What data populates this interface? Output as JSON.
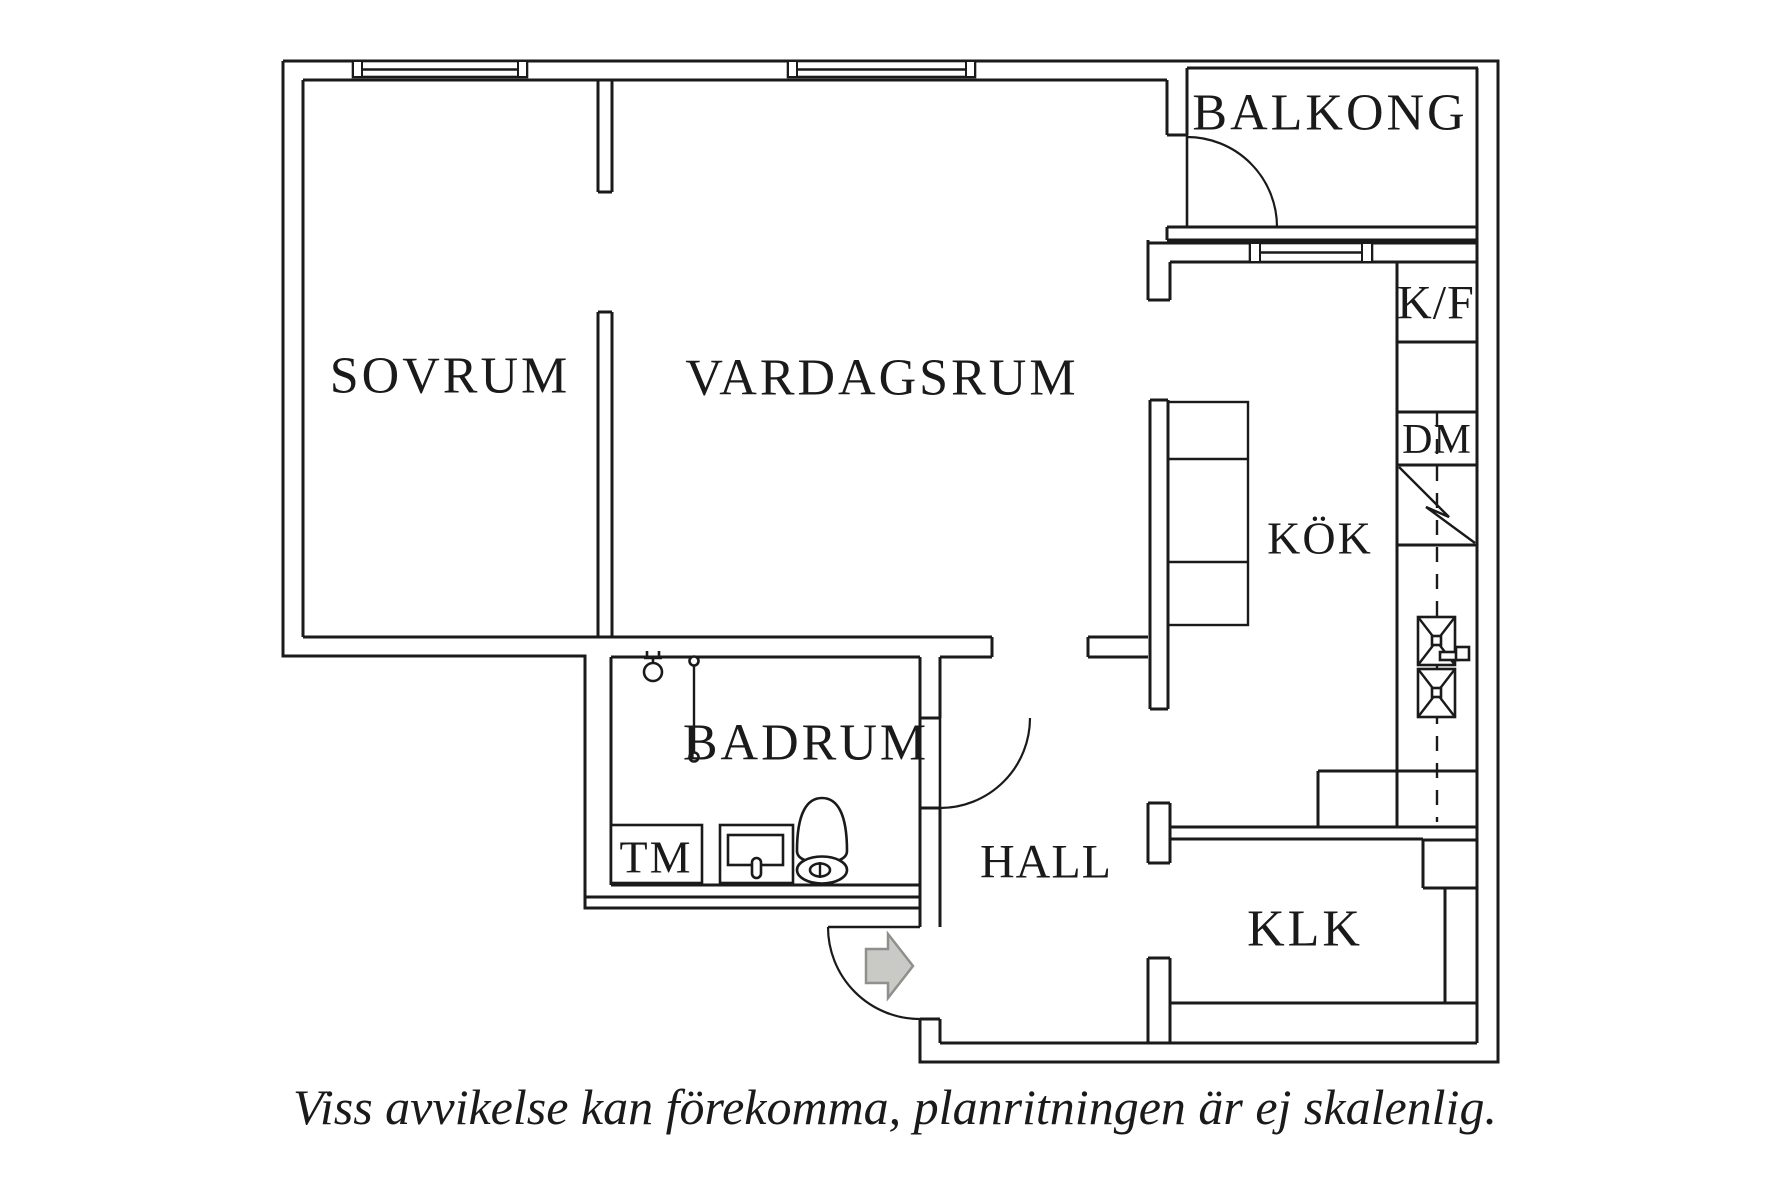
{
  "caption": "Viss avvikelse kan förekomma, planritningen är ej skalenlig.",
  "rooms": {
    "sovrum": "SOVRUM",
    "vardagsrum": "VARDAGSRUM",
    "balkong": "BALKONG",
    "kok": "KÖK",
    "badrum": "BADRUM",
    "hall": "HALL",
    "klk": "KLK"
  },
  "appliances": {
    "kf": "K/F",
    "dm": "DM",
    "tm": "TM"
  },
  "colors": {
    "line": "#1a1a1a",
    "text": "#1a1a1a",
    "arrow_fill": "#c9c9c6",
    "arrow_stroke": "#8f8f8c",
    "background": "#ffffff"
  }
}
